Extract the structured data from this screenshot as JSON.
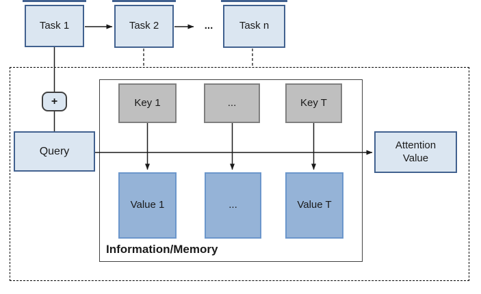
{
  "diagram": {
    "task_row": {
      "tasks": [
        "Task 1",
        "Task 2",
        "Task n"
      ],
      "ellipsis": "..."
    },
    "plus_symbol": "+",
    "query_label": "Query",
    "memory": {
      "label": "Information/Memory",
      "keys": [
        "Key 1",
        "...",
        "Key T"
      ],
      "values": [
        "Value 1",
        "...",
        "Value T"
      ]
    },
    "attention_value_label": "Attention Value",
    "colors": {
      "task_fill": "#dbe6f1",
      "task_border": "#41618f",
      "key_fill": "#bfbfbf",
      "key_border": "#7f7f7f",
      "value_fill": "#95b3d7",
      "value_border": "#6b96cb",
      "connector": "#1a1a1a"
    }
  }
}
